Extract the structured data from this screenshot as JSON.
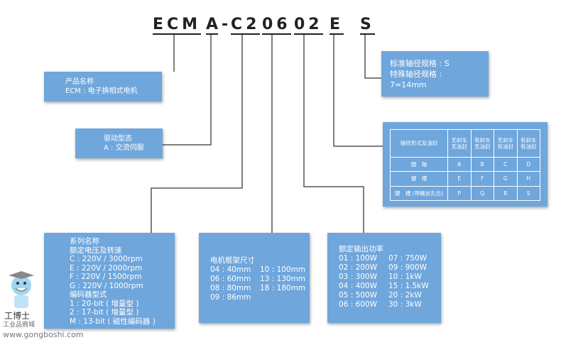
{
  "code": {
    "groups": [
      "ECM",
      "A",
      "-",
      "C2",
      "06",
      "02",
      "E",
      "S"
    ]
  },
  "product": {
    "title": "产品名称",
    "line": "ECM : 电子换相式电机"
  },
  "drive": {
    "title": "驱动型态",
    "line": "A : 交流伺服"
  },
  "shaft": {
    "lines": [
      "标准轴径规格 : S",
      "特殊轴径规格 :",
      "7=14mm"
    ]
  },
  "table": {
    "header": [
      "轴径形式及油封",
      "无刹车 无油封",
      "有刹车 无油封",
      "无刹车 有油封",
      "有刹车 有油封"
    ],
    "rows": [
      {
        "label": "圆　轴",
        "cells": [
          "A",
          "B",
          "C",
          "D"
        ]
      },
      {
        "label": "键　槽",
        "cells": [
          "E",
          "F",
          "G",
          "H"
        ]
      },
      {
        "label": "键　槽 (带螺丝孔位)",
        "cells": [
          "P",
          "Q",
          "R",
          "S"
        ]
      }
    ]
  },
  "series": {
    "lines": [
      "系列名称",
      "额定电压及转速",
      "C : 220V / 3000rpm",
      "E : 220V / 2000rpm",
      "F : 220V / 1500rpm",
      "G : 220V / 1000rpm",
      "编码器型式",
      "1 : 20-bit ( 增量型 )",
      "2 : 17-bit ( 增量型 )",
      "M : 13-bit ( 磁性编码器 )"
    ]
  },
  "frame": {
    "title": "电机框架尺寸",
    "left": [
      "04 : 40mm",
      "06 : 60mm",
      "08 : 80mm",
      "09 : 86mm"
    ],
    "right": [
      "10 : 100mm",
      "13 : 130mm",
      "18 : 180mm"
    ]
  },
  "power": {
    "title": "额定输出功率",
    "left": [
      "01 : 100W",
      "02 : 200W",
      "03 : 300W",
      "04 : 400W",
      "05 : 500W",
      "06 : 600W"
    ],
    "right": [
      "07 : 750W",
      "09 : 900W",
      "10 : 1kW",
      "15 : 1.5kW",
      "20 : 2kW",
      "30 : 3kW"
    ]
  },
  "watermark": {
    "brand": "工博士",
    "sub": "工业品商城",
    "url": "www.gongboshi.com"
  },
  "colors": {
    "box": "#6fa6dc",
    "line": "#444444",
    "text": "#222222"
  }
}
